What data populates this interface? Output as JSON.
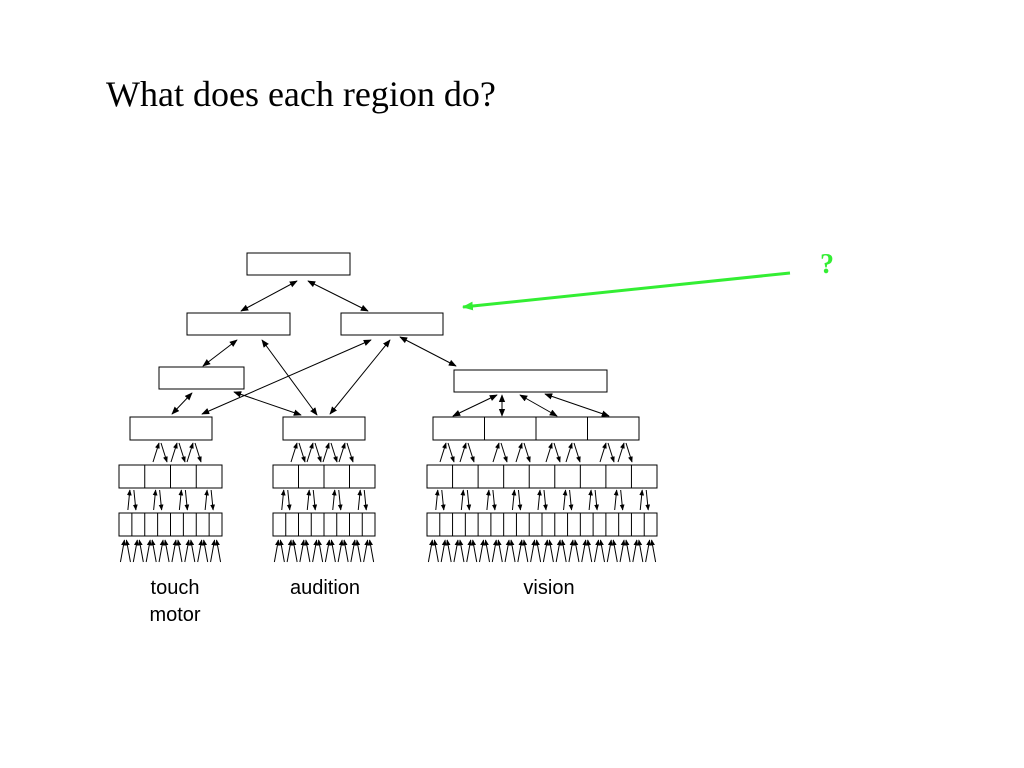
{
  "slide": {
    "title": "What does each region do?",
    "question_mark": "?",
    "highlight_color": "#33ee33",
    "labels": {
      "touch": "touch",
      "motor": "motor",
      "audition": "audition",
      "vision": "vision"
    }
  }
}
